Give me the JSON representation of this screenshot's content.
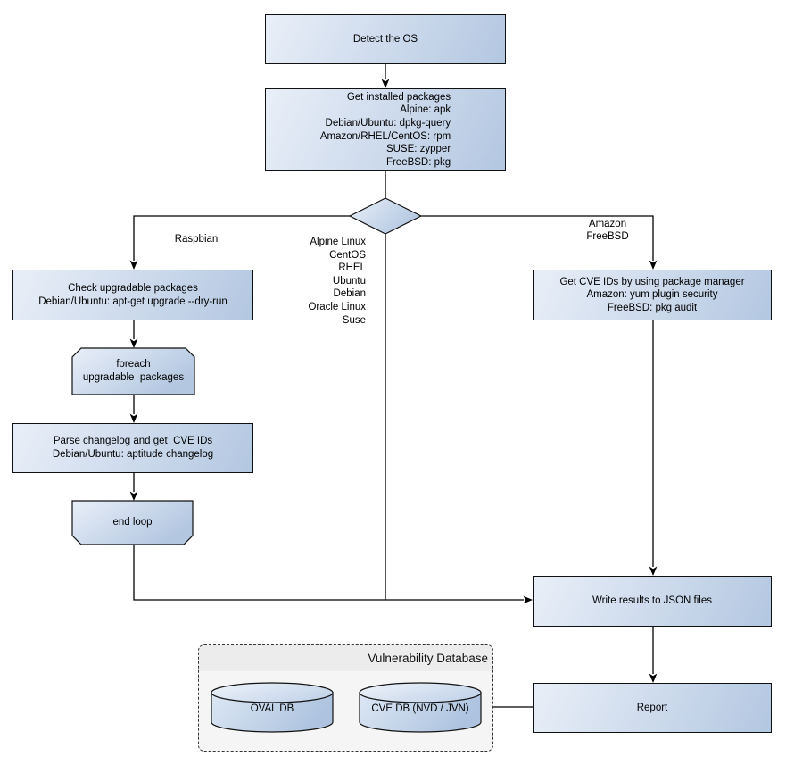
{
  "colors": {
    "node_fill_light": "#e9eff8",
    "node_fill_dark": "#b3c7e1",
    "node_border": "#111111",
    "connector_line": "#000000",
    "db_panel_bg": "#f5f5f5",
    "db_header_bg": "#ececec"
  },
  "nodes": {
    "detect_os": "Detect the OS",
    "get_packages": [
      "Get installed packages",
      "Alpine: apk",
      "Debian/Ubuntu: dpkg-query",
      "Amazon/RHEL/CentOS: rpm",
      "SUSE: zypper",
      "FreeBSD: pkg"
    ],
    "check_upgradable": [
      "Check upgradable packages",
      "Debian/Ubuntu: apt-get upgrade --dry-run"
    ],
    "foreach_loop": [
      "foreach",
      "upgradable  packages"
    ],
    "parse_changelog": [
      "Parse changelog and get  CVE IDs",
      "Debian/Ubuntu: aptitude changelog"
    ],
    "end_loop": "end loop",
    "get_cve_ids": [
      "Get CVE IDs by using package manager",
      "Amazon: yum plugin security",
      "FreeBSD: pkg audit"
    ],
    "write_results": "Write results to JSON files",
    "report": "Report"
  },
  "edge_labels": {
    "raspbian": "Raspbian",
    "amazon_freebsd": [
      "Amazon",
      "FreeBSD"
    ],
    "os_list": [
      "Alpine Linux",
      "CentOS",
      "RHEL",
      "Ubuntu",
      "Debian",
      "Oracle Linux",
      "Suse"
    ]
  },
  "database": {
    "title": "Vulnerability Database",
    "cylinders": [
      {
        "label": "OVAL DB"
      },
      {
        "label": "CVE DB (NVD / JVN)"
      }
    ]
  }
}
